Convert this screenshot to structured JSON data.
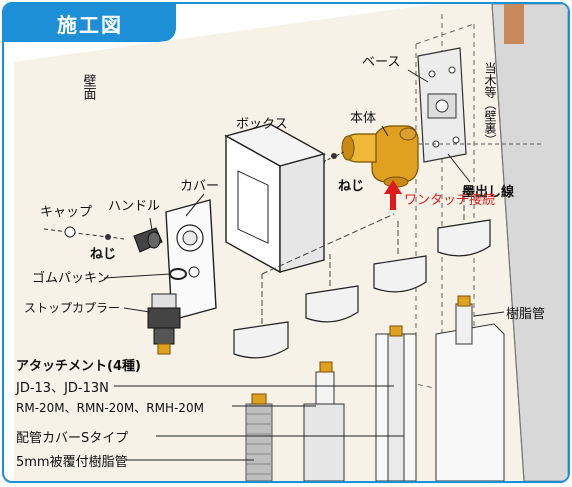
{
  "title": "施工図",
  "labels": {
    "wall": "壁面",
    "base": "ベース",
    "backing": "当木等（壁裏）",
    "main_body": "本体",
    "marking_line": "墨出し線",
    "box": "ボックス",
    "screw_top": "ねじ",
    "one_touch": "ワンタッチ接続",
    "cover": "カバー",
    "cap": "キャップ",
    "handle": "ハンドル",
    "screw_left": "ねじ",
    "rubber_packing": "ゴムパッキン",
    "stop_coupler": "ストップカプラー",
    "resin_pipe": "樹脂管"
  },
  "attachments": {
    "heading": "アタッチメント(4種)",
    "items": [
      "JD-13、JD-13N",
      "RM-20M、RMN-20M、RMH-20M",
      "配管カバーSタイプ",
      "5mm被覆付樹脂管"
    ]
  },
  "colors": {
    "accent_blue": "#1d8fd6",
    "arrow_red": "#e01a1a",
    "brass": "#e0a020",
    "wood": "#c68a5a"
  }
}
